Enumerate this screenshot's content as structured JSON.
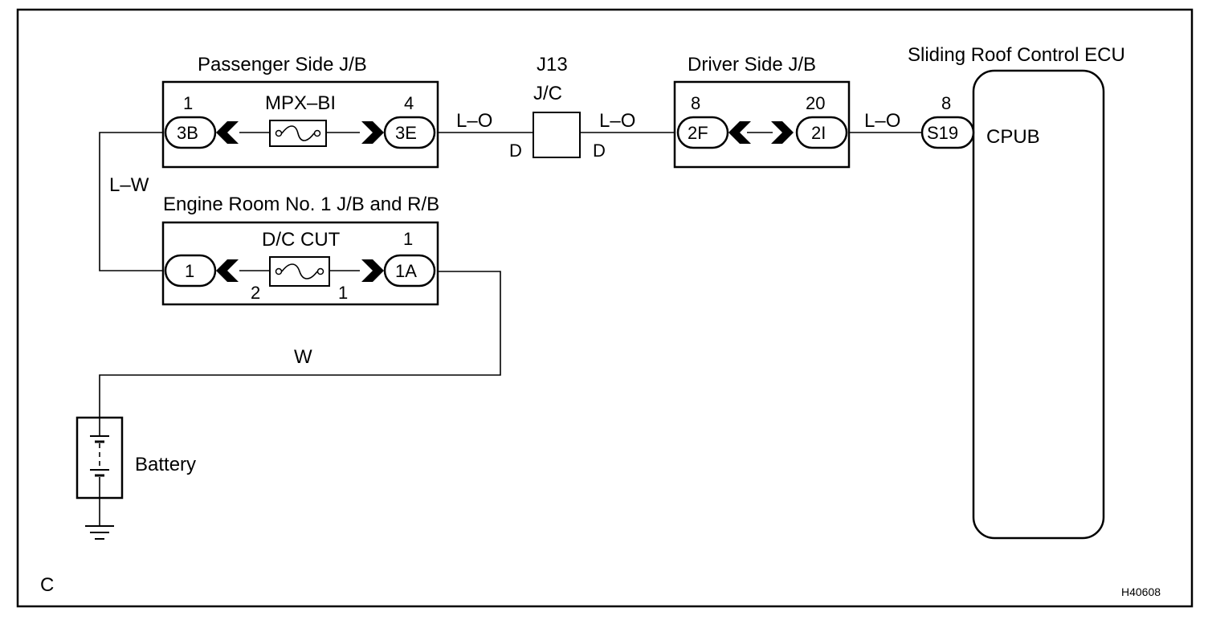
{
  "components": {
    "passenger_jb": {
      "title": "Passenger Side J/B",
      "fuse": "MPX–BI",
      "left_pin": "1",
      "left_conn": "3B",
      "right_pin": "4",
      "right_conn": "3E"
    },
    "engine_jb": {
      "title": "Engine Room No. 1 J/B and R/B",
      "fuse": "D/C CUT",
      "left_conn": "1",
      "right_pin": "1",
      "right_conn": "1A",
      "fuse_left_term": "2",
      "fuse_right_term": "1"
    },
    "junction": {
      "name": "J13",
      "type": "J/C",
      "left_term": "D",
      "right_term": "D"
    },
    "driver_jb": {
      "title": "Driver Side J/B",
      "left_pin": "8",
      "left_conn": "2F",
      "right_pin": "20",
      "right_conn": "2I"
    },
    "ecu": {
      "title": "Sliding Roof Control ECU",
      "pin": "8",
      "conn": "S19",
      "terminal": "CPUB"
    },
    "battery": {
      "label": "Battery"
    }
  },
  "wires": {
    "lw": "L–W",
    "lo1": "L–O",
    "lo2": "L–O",
    "lo3": "L–O",
    "w": "W"
  },
  "corner_label": "C",
  "figure_id": "H40608"
}
